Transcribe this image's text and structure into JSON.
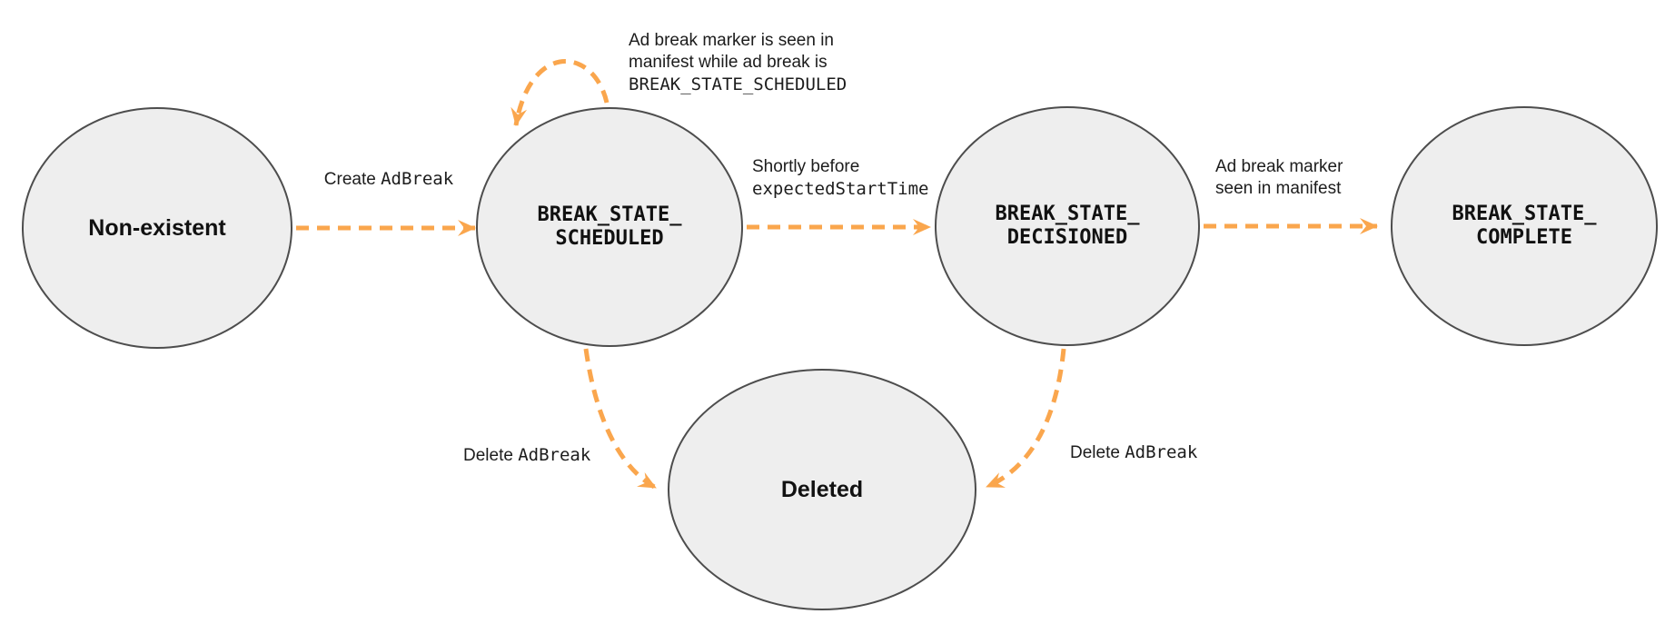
{
  "colors": {
    "arrow": "#FAA64D",
    "state_fill": "#EEEEEE",
    "state_border": "#4D4D4D",
    "text": "#1C1C1C"
  },
  "states": {
    "non_existent": {
      "label": "Non-existent"
    },
    "scheduled": {
      "line1": "BREAK_STATE_",
      "line2": "SCHEDULED"
    },
    "decisioned": {
      "line1": "BREAK_STATE_",
      "line2": "DECISIONED"
    },
    "complete": {
      "line1": "BREAK_STATE_",
      "line2": "COMPLETE"
    },
    "deleted": {
      "label": "Deleted"
    }
  },
  "transitions": {
    "create": {
      "plain": "Create ",
      "code": "AdBreak"
    },
    "self_loop": {
      "line1": "Ad break marker is seen in",
      "line2": "manifest while ad break is",
      "line3": "BREAK_STATE_SCHEDULED"
    },
    "decision": {
      "line1": "Shortly before",
      "line2": "expectedStartTime"
    },
    "to_complete": {
      "line1": "Ad break marker",
      "line2": "seen in manifest"
    },
    "delete_left": {
      "plain": "Delete ",
      "code": "AdBreak"
    },
    "delete_right": {
      "plain": "Delete ",
      "code": "AdBreak"
    }
  }
}
